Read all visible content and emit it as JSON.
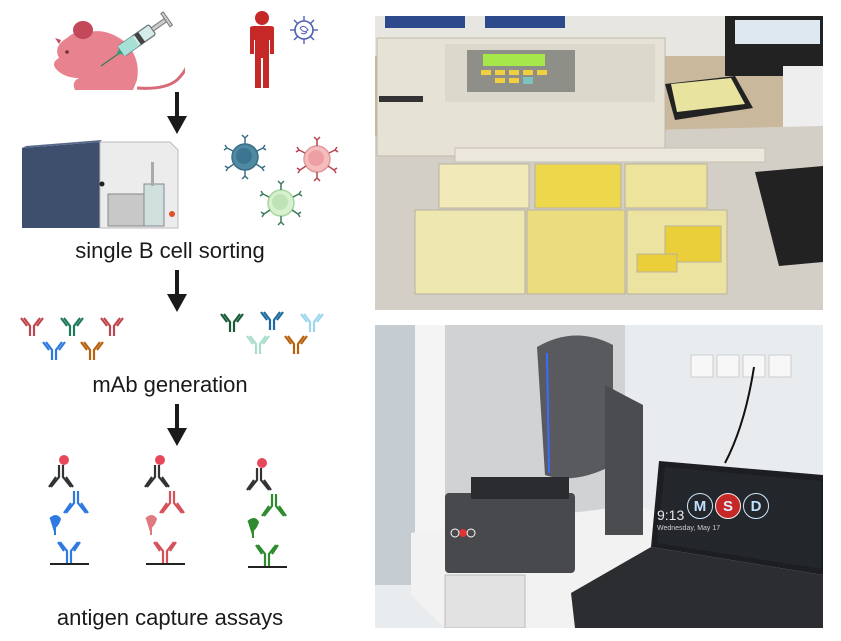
{
  "figure": {
    "steps": [
      {
        "label": "single B cell sorting"
      },
      {
        "label": "mAb generation"
      },
      {
        "label": "antigen capture assays"
      }
    ],
    "icons": {
      "immunization": [
        "mouse-icon",
        "syringe-icon"
      ],
      "donor": [
        "human-figure-icon",
        "virus-icon"
      ],
      "sorter": "cell-sorter-icon",
      "b_cells": [
        "b-cell-blue-icon",
        "b-cell-red-icon",
        "b-cell-green-icon"
      ],
      "arrows": [
        "down-arrow-icon",
        "down-arrow-icon",
        "down-arrow-icon"
      ]
    },
    "colors": {
      "mouse": "#e8828f",
      "human": "#c62828",
      "arrow": "#1a1a1a",
      "blue": "#2f7ae0",
      "red": "#d6525a",
      "green": "#2e8b2e",
      "dark": "#333333"
    }
  },
  "photos": {
    "top": {
      "subject": "microplate reader with yellow ELISA plates"
    },
    "bottom": {
      "subject": "MSD instrument with laptop",
      "laptop_time": "9:13",
      "laptop_date": "Wednesday, May 17",
      "logo_letters": [
        "M",
        "S",
        "D"
      ]
    }
  }
}
